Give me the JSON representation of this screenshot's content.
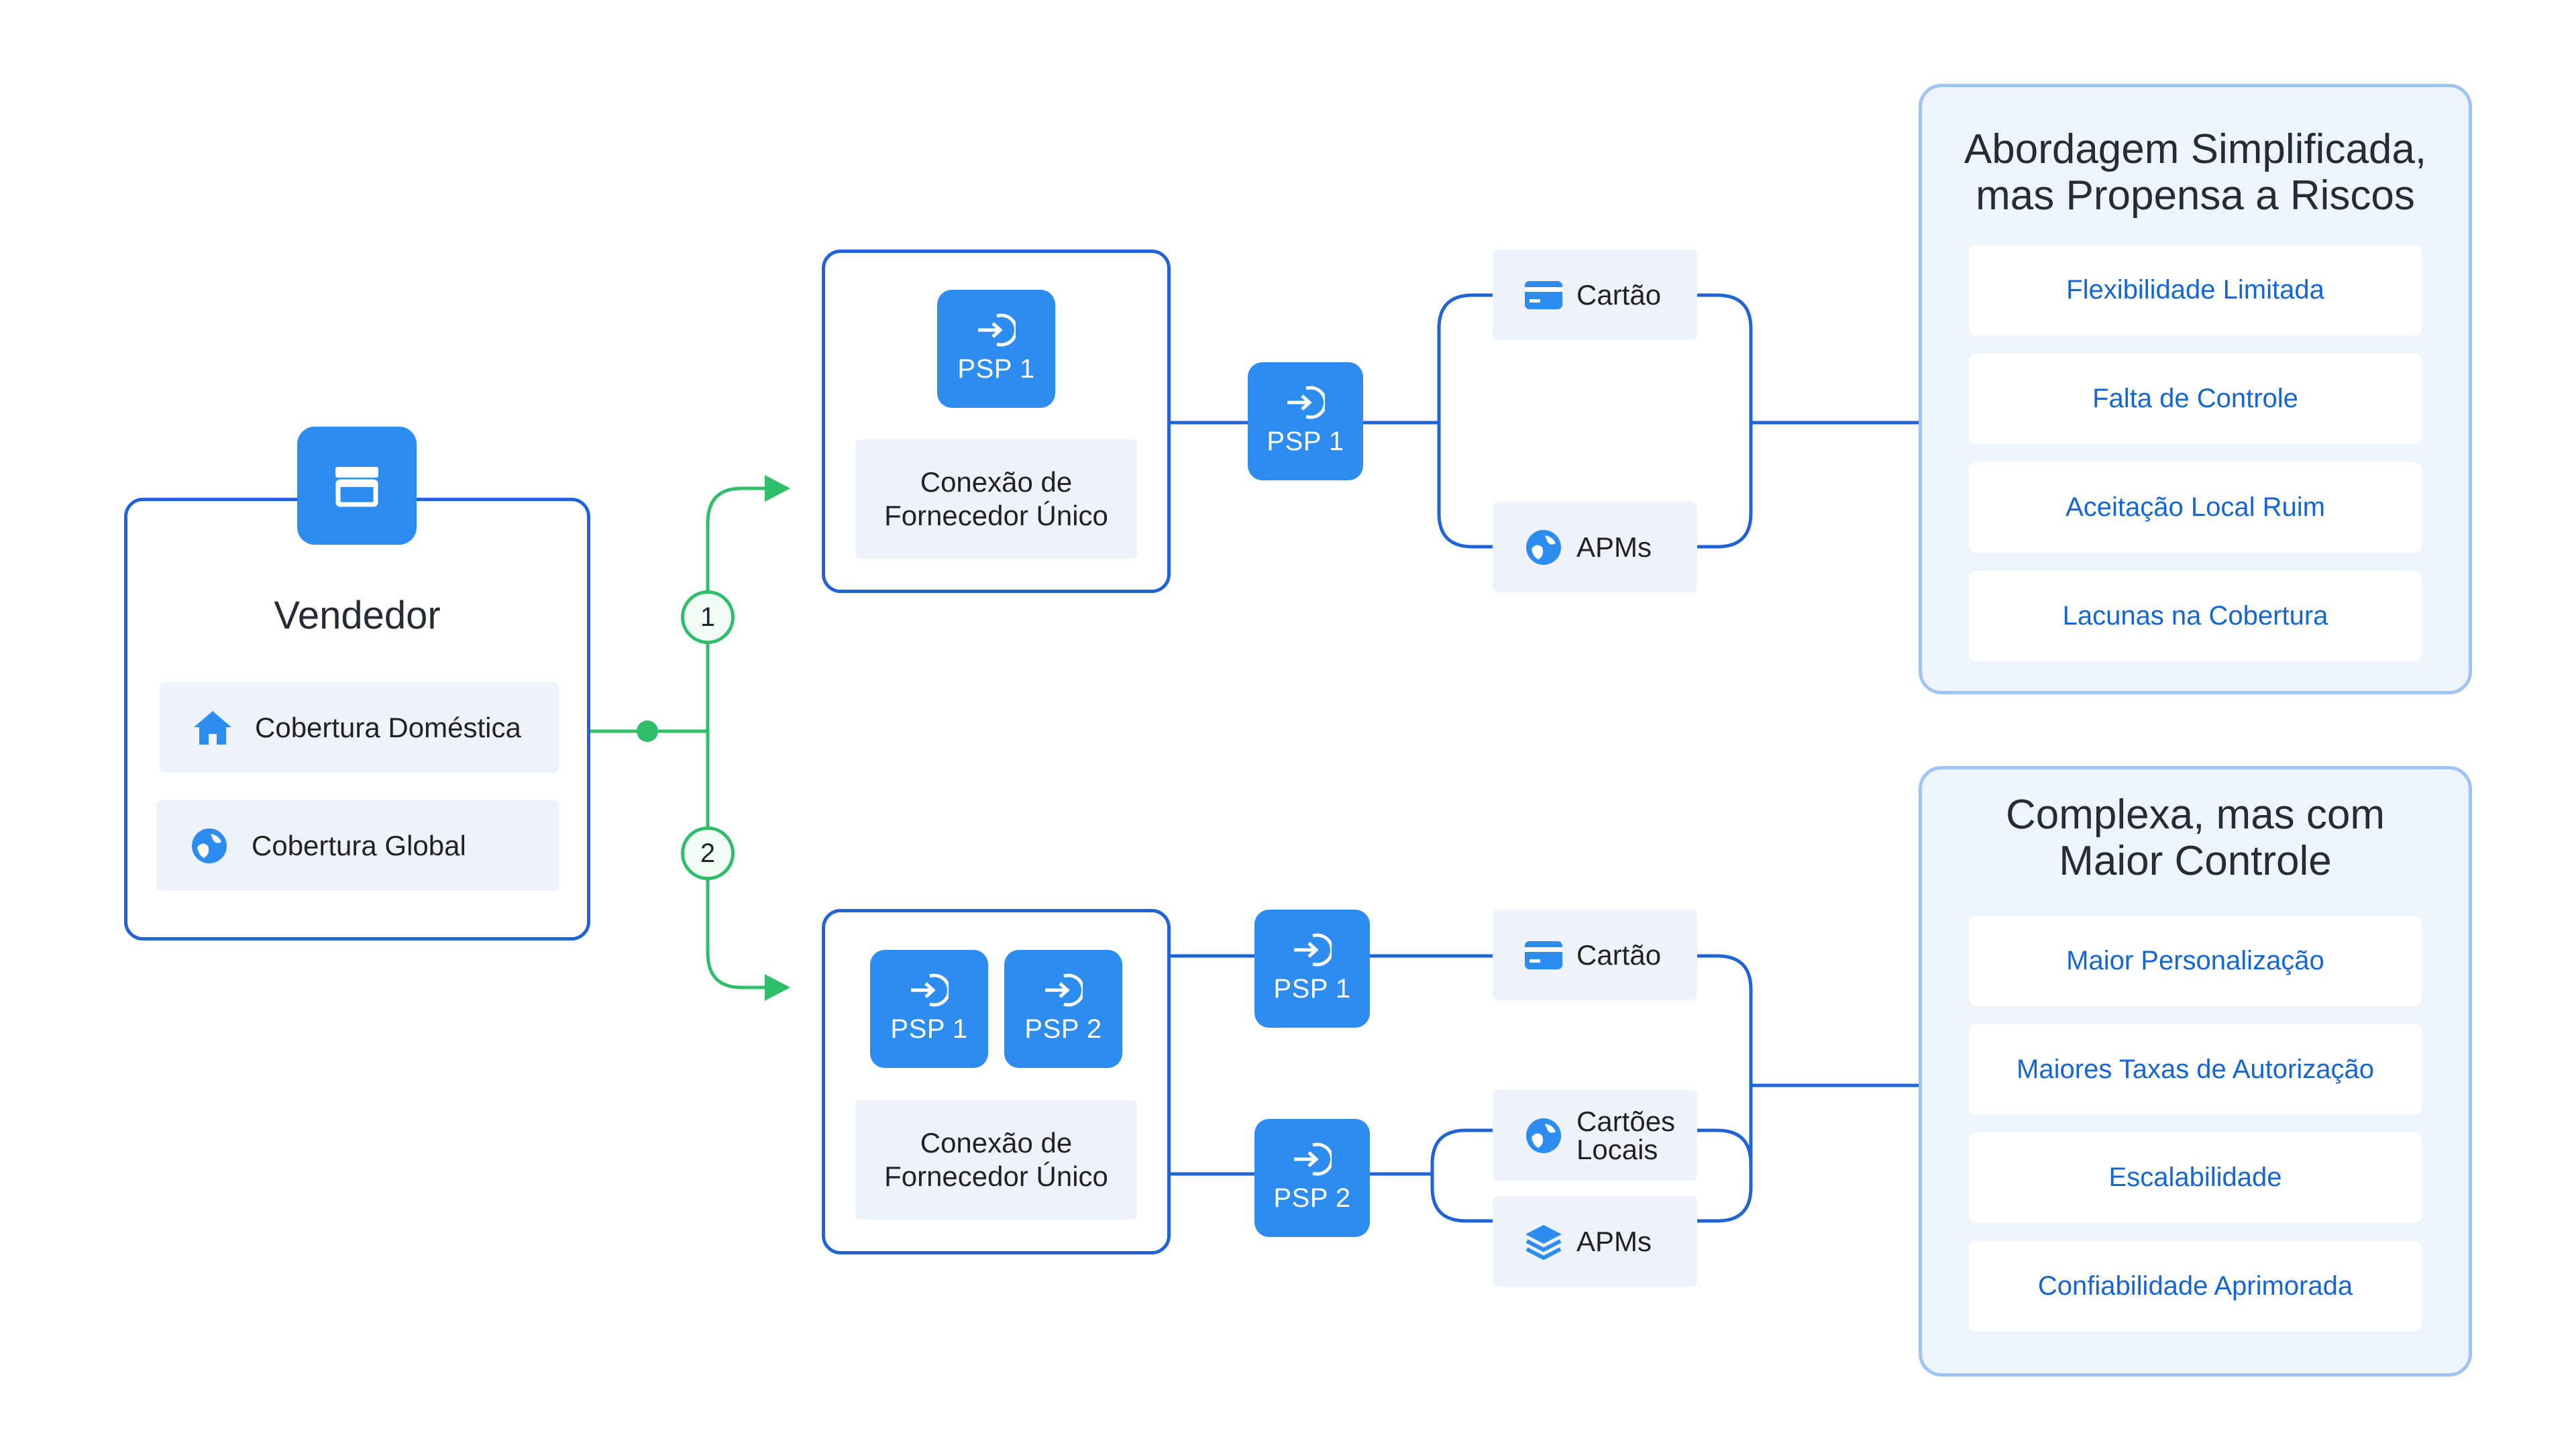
{
  "vendor": {
    "title": "Vendedor",
    "icon": "store-icon",
    "coverage": [
      {
        "label": "Cobertura Doméstica",
        "icon": "home-icon"
      },
      {
        "label": "Cobertura Global",
        "icon": "globe-icon"
      }
    ]
  },
  "options": [
    {
      "number": "1",
      "connection": {
        "psps": [
          "PSP 1"
        ],
        "label": "Conexão de\nFornecedor Único"
      },
      "route_psps": [
        "PSP 1"
      ],
      "methods": [
        {
          "label": "Cartão",
          "icon": "card-icon"
        },
        {
          "label": "APMs",
          "icon": "globe-icon"
        }
      ],
      "panel": {
        "title": "Abordagem Simplificada,\nmas Propensa a Riscos",
        "items": [
          "Flexibilidade Limitada",
          "Falta de Controle",
          "Aceitação Local Ruim",
          "Lacunas na Cobertura"
        ]
      }
    },
    {
      "number": "2",
      "connection": {
        "psps": [
          "PSP 1",
          "PSP 2"
        ],
        "label": "Conexão de\nFornecedor Único"
      },
      "route_psps": [
        "PSP 1",
        "PSP 2"
      ],
      "methods": [
        {
          "label": "Cartão",
          "icon": "card-icon"
        },
        {
          "label": "Cartões\nLocais",
          "icon": "globe-icon"
        },
        {
          "label": "APMs",
          "icon": "layers-icon"
        }
      ],
      "panel": {
        "title": "Complexa, mas com\nMaior Controle",
        "items": [
          "Maior Personalização",
          "Maiores Taxas de Autorização",
          "Escalabilidade",
          "Confiabilidade Aprimorada"
        ]
      }
    }
  ],
  "colors": {
    "primary": "#1f63d6",
    "psp_fill": "#2d8cf0",
    "green": "#2fbf6b",
    "chip_bg": "#eef3fb",
    "panel_bg": "#eef4fc",
    "item_text": "#1466d6"
  }
}
